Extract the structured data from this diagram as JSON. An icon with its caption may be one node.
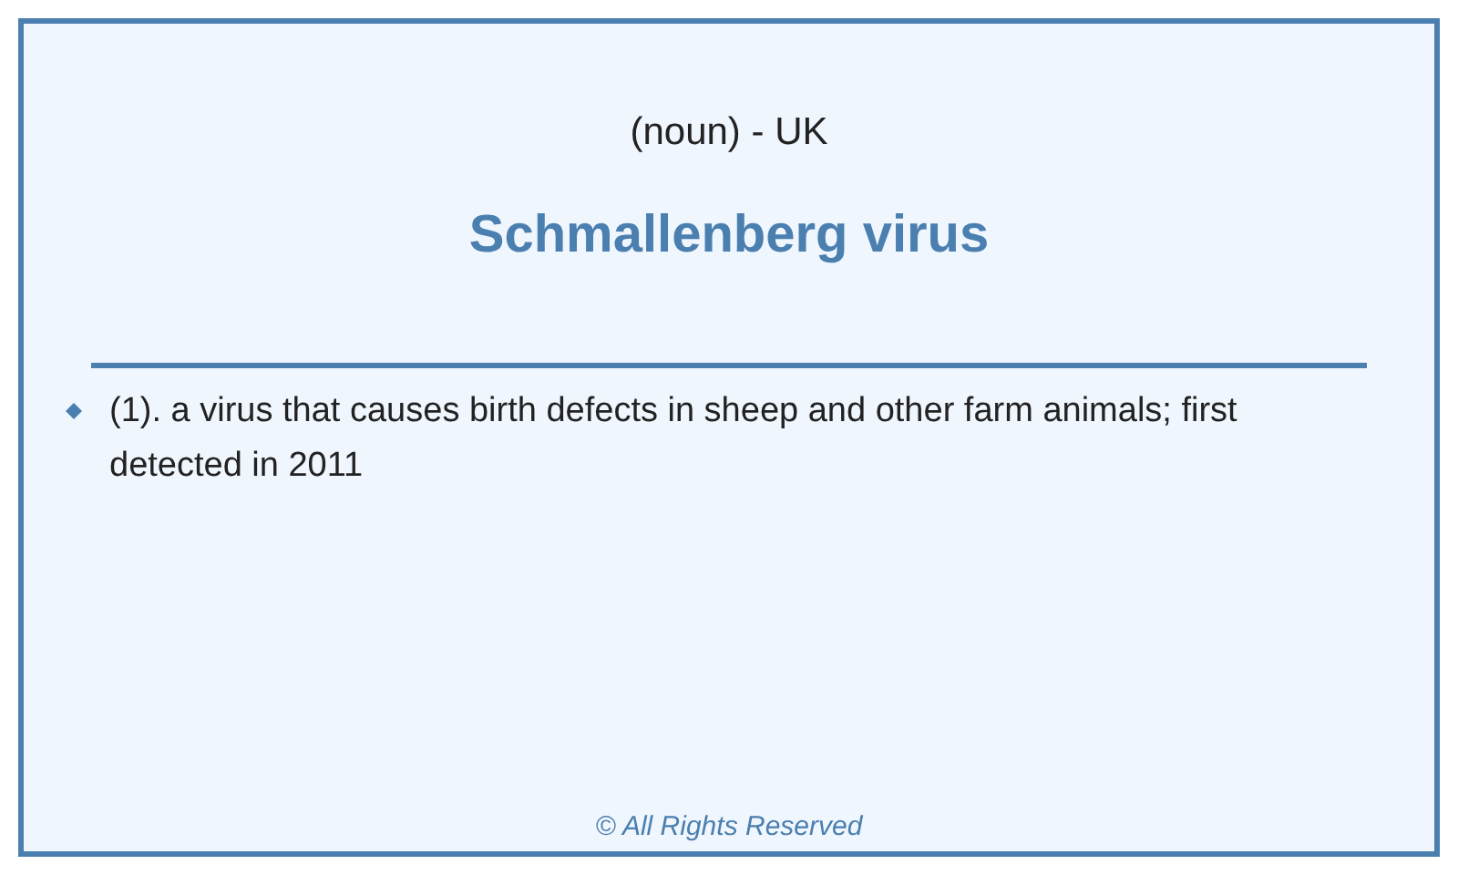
{
  "diagram": {
    "title": "Schmallenberg virus",
    "labels": [
      "(noun) - UK",
      "(1). a virus that causes birth defects in sheep and other farm animals; first detected in 2011",
      "© All Rights Reserved"
    ]
  }
}
